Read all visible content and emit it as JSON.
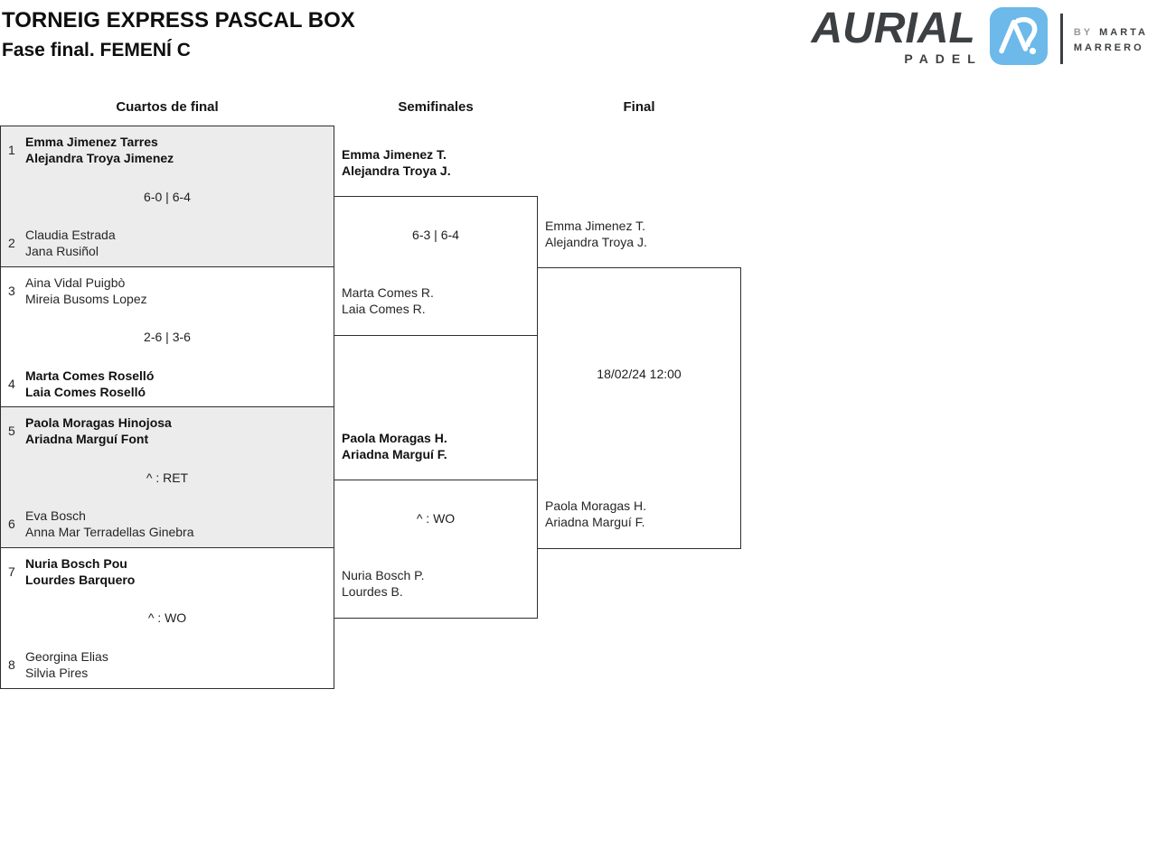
{
  "page": {
    "title": "TORNEIG EXPRESS PASCAL BOX",
    "subtitle": "Fase final. FEMENÍ C"
  },
  "logo": {
    "brand": "AURIAL",
    "sub_brand": "PADEL",
    "monogram_icon": "aurial-ar-monogram",
    "byline_by": "BY",
    "byline_first": "MARTA",
    "byline_last": "MARRERO",
    "colors": {
      "brand_dark": "#3d4043",
      "badge_blue": "#6cb9ea",
      "byline_gray": "#97999c"
    }
  },
  "columns": {
    "quarterfinals": "Cuartos de final",
    "semifinals": "Semifinales",
    "final": "Final"
  },
  "quarterfinals": [
    {
      "top_seed": "1",
      "top_players": [
        "Emma Jimenez Tarres",
        "Alejandra Troya Jimenez"
      ],
      "score": "6-0 | 6-4",
      "bottom_seed": "2",
      "bottom_players": [
        "Claudia Estrada",
        "Jana Rusiñol"
      ],
      "winner": "top"
    },
    {
      "top_seed": "3",
      "top_players": [
        "Aina Vidal Puigbò",
        "Mireia Busoms Lopez"
      ],
      "score": "2-6 | 3-6",
      "bottom_seed": "4",
      "bottom_players": [
        "Marta Comes Roselló",
        "Laia Comes Roselló"
      ],
      "winner": "bottom"
    },
    {
      "top_seed": "5",
      "top_players": [
        "Paola Moragas Hinojosa",
        "Ariadna Marguí Font"
      ],
      "score": "^ : RET",
      "bottom_seed": "6",
      "bottom_players": [
        "Eva Bosch",
        "Anna Mar Terradellas Ginebra"
      ],
      "winner": "top"
    },
    {
      "top_seed": "7",
      "top_players": [
        "Nuria Bosch Pou",
        "Lourdes Barquero"
      ],
      "score": "^ : WO",
      "bottom_seed": "8",
      "bottom_players": [
        "Georgina Elias",
        "Silvia Pires"
      ],
      "winner": "top"
    }
  ],
  "semifinals": [
    {
      "top_players": [
        "Emma Jimenez T.",
        "Alejandra Troya J."
      ],
      "score": "6-3 | 6-4",
      "bottom_players": [
        "Marta Comes R.",
        "Laia Comes R."
      ],
      "winner": "top"
    },
    {
      "top_players": [
        "Paola Moragas H.",
        "Ariadna Marguí F."
      ],
      "score": "^ : WO",
      "bottom_players": [
        "Nuria Bosch P.",
        "Lourdes B."
      ],
      "winner": "top"
    }
  ],
  "final": {
    "top_players": [
      "Emma Jimenez T.",
      "Alejandra Troya J."
    ],
    "schedule": "18/02/24 12:00",
    "bottom_players": [
      "Paola Moragas H.",
      "Ariadna Marguí F."
    ]
  }
}
